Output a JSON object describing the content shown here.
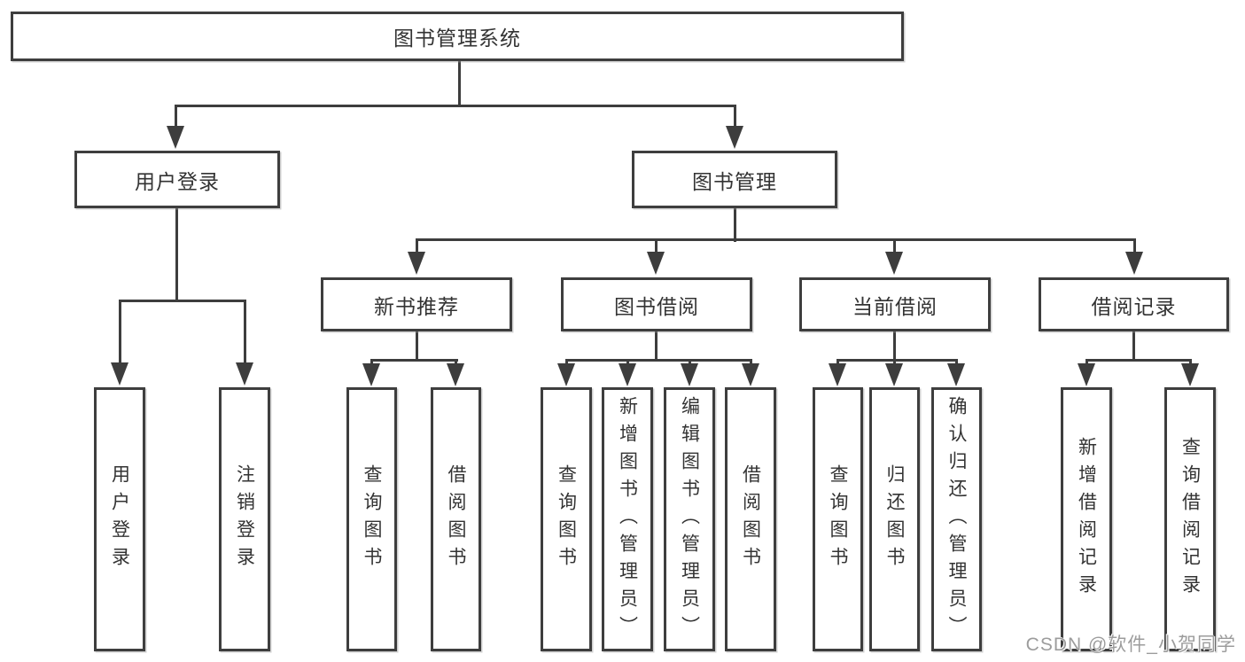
{
  "diagram": {
    "nodes": {
      "root": "图书管理系统",
      "user_login": "用户登录",
      "book_management": "图书管理",
      "new_book_recommend": "新书推荐",
      "book_borrowing": "图书借阅",
      "current_borrowing": "当前借阅",
      "borrowing_records": "借阅记录"
    },
    "leaves": {
      "user_login": [
        "用户登录",
        "注销登录"
      ],
      "new_book_recommend": [
        "查询图书",
        "借阅图书"
      ],
      "book_borrowing": [
        "查询图书",
        "新增图书（管理员）",
        "编辑图书（管理员）",
        "借阅图书"
      ],
      "current_borrowing": [
        "查询图书",
        "归还图书",
        "确认归还（管理员）"
      ],
      "borrowing_records": [
        "新增借阅记录",
        "查询借阅记录"
      ]
    },
    "colors": {
      "line": "#3d3d3d",
      "text": "#333333",
      "box_background": "#ffffff",
      "page_background": "#ffffff",
      "watermark": "#9c9c9c"
    }
  },
  "watermark": "CSDN @软件_小贺同学"
}
